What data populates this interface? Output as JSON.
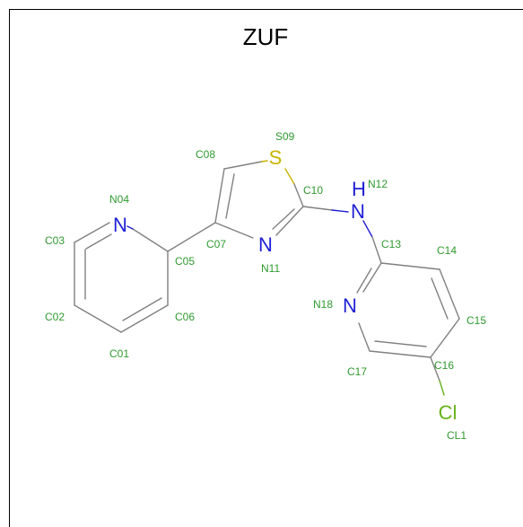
{
  "title": "ZUF",
  "colors": {
    "carbon_bond": "#808080",
    "nitrogen": "#1f1fd6",
    "sulfur": "#c8b400",
    "chlorine": "#66b21a",
    "label": "#2f9a2f"
  },
  "atoms": {
    "n04": "N",
    "n11": "N",
    "nh": "H",
    "nh_n": "N",
    "n18": "N",
    "s09": "S",
    "cl": "Cl"
  },
  "labels": {
    "C01": "C01",
    "C02": "C02",
    "C03": "C03",
    "N04": "N04",
    "C05": "C05",
    "C06": "C06",
    "C07": "C07",
    "C08": "C08",
    "S09": "S09",
    "C10": "C10",
    "N11": "N11",
    "N12": "N12",
    "C13": "C13",
    "C14": "C14",
    "C15": "C15",
    "C16": "C16",
    "C17": "C17",
    "N18": "N18",
    "CL1": "CL1"
  }
}
